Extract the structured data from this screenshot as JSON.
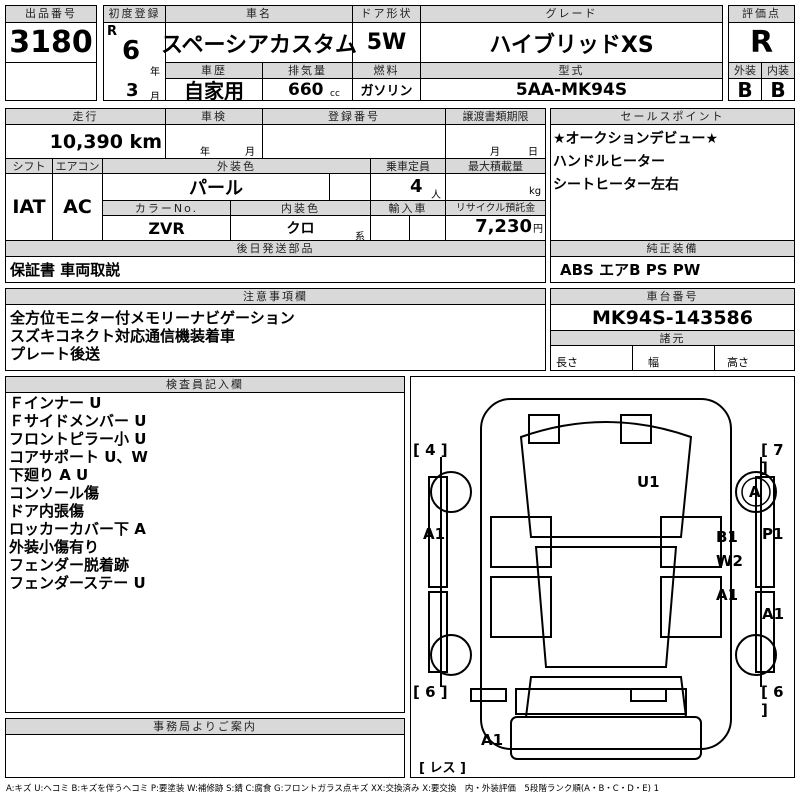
{
  "lot": {
    "label": "出品番号",
    "value": "3180"
  },
  "first_reg": {
    "label": "初度登録",
    "era": "R",
    "year": "6",
    "year_unit": "年",
    "month": "3",
    "month_unit": "月"
  },
  "car_name": {
    "label": "車名",
    "value": "スペーシアカスタム"
  },
  "door": {
    "label": "ドア形状",
    "value": "5W"
  },
  "grade": {
    "label": "グレード",
    "value": "ハイブリッドXS"
  },
  "score": {
    "label": "評価点",
    "value": "R",
    "ext_label": "外装",
    "int_label": "内装",
    "ext": "B",
    "int": "B"
  },
  "history": {
    "label": "車歴",
    "value": "自家用"
  },
  "displacement": {
    "label": "排気量",
    "value": "660",
    "unit": "cc"
  },
  "fuel": {
    "label": "燃料",
    "value": "ガソリン"
  },
  "model": {
    "label": "型式",
    "value": "5AA-MK94S"
  },
  "mileage": {
    "label": "走行",
    "value": "10,390 km"
  },
  "inspection": {
    "label": "車検",
    "year_unit": "年",
    "month_unit": "月"
  },
  "reg_no": {
    "label": "登録番号"
  },
  "doc_deadline": {
    "label": "譲渡書類期限",
    "month_unit": "月",
    "day_unit": "日"
  },
  "shift": {
    "label": "シフト",
    "value": "IAT"
  },
  "ac": {
    "label": "エアコン",
    "value": "AC"
  },
  "ext_color": {
    "label": "外装色",
    "value": "パール"
  },
  "capacity": {
    "label": "乗車定員",
    "value": "4",
    "unit": "人"
  },
  "max_load": {
    "label": "最大積載量",
    "unit": "kg"
  },
  "color_no": {
    "label": "カラーNo.",
    "value": "ZVR"
  },
  "int_color": {
    "label": "内装色",
    "value": "クロ",
    "unit": "系"
  },
  "import": {
    "label": "輸入車"
  },
  "recycle": {
    "label": "リサイクル預託金",
    "value": "7,230",
    "unit": "円"
  },
  "sales_points": {
    "label": "セールスポイント",
    "items": [
      "★オークションデビュー★",
      "ハンドルヒーター",
      "シートヒーター左右"
    ]
  },
  "later_parts": {
    "label": "後日発送部品",
    "value": "保証書 車両取説"
  },
  "equipment": {
    "label": "純正装備",
    "value": "ABS エアB PS PW"
  },
  "notes": {
    "label": "注意事項欄",
    "value": "全方位モニター付メモリーナビゲーション\nスズキコネクト対応通信機装着車\nプレート後送"
  },
  "chassis": {
    "label": "車台番号",
    "value": "MK94S-143586"
  },
  "specs": {
    "label": "諸元",
    "length": "長さ",
    "width": "幅",
    "height": "高さ"
  },
  "inspector": {
    "label": "検査員記入欄",
    "value": "Ｆインナー U\nＦサイドメンバー U\nフロントピラー小 U\nコアサポート U、W\n下廻り A U\nコンソール傷\nドア内張傷\nロッカーカバー下 A\n外装小傷有り\nフェンダー脱着跡\nフェンダーステー U"
  },
  "office": {
    "label": "事務局よりご案内"
  },
  "diagram": {
    "marks": [
      "[ 4 ]",
      "[ 7 ]",
      "U1",
      "A",
      "A1",
      "B1",
      "P1",
      "W2",
      "A1",
      "A1",
      "[ 6 ]",
      "[ 6 ]",
      "A1",
      "[ レス ]"
    ]
  },
  "legend": "A:キズ U:ヘコミ B:キズを伴うヘコミ P:要塗装 W:補修跡 S:錆 C:腐食 G:フロントガラス点キズ XX:交換済み X:要交換　内・外装評価　5段階ランク順(A・B・C・D・E) 1"
}
